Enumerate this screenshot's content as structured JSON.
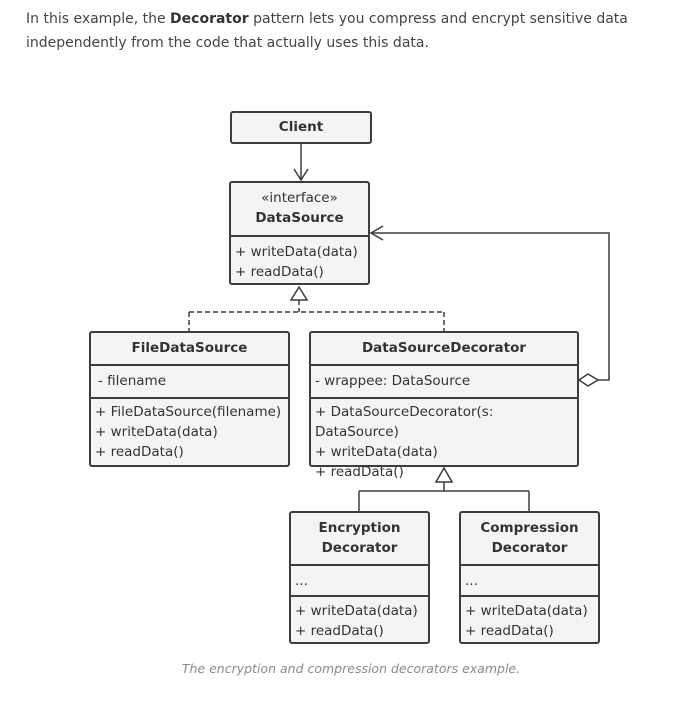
{
  "intro": {
    "before": "In this example, the ",
    "bold": "Decorator",
    "after": " pattern lets you compress and encrypt sensitive data independently from the code that actually uses this data."
  },
  "classes": {
    "client": {
      "name": "Client"
    },
    "datasource": {
      "stereotype": "«interface»",
      "name": "DataSource",
      "methods": [
        "+ writeData(data)",
        "+ readData()"
      ]
    },
    "filedatasource": {
      "name": "FileDataSource",
      "fields": [
        "- filename"
      ],
      "methods": [
        "+ FileDataSource(filename)",
        "+ writeData(data)",
        "+ readData()"
      ]
    },
    "decorator": {
      "name": "DataSourceDecorator",
      "fields": [
        "- wrappee: DataSource"
      ],
      "methods": [
        "+ DataSourceDecorator(s: DataSource)",
        "+ writeData(data)",
        "+ readData()"
      ]
    },
    "encryption": {
      "name_line1": "Encryption",
      "name_line2": "Decorator",
      "fields": [
        "..."
      ],
      "methods": [
        "+ writeData(data)",
        "+ readData()"
      ]
    },
    "compression": {
      "name_line1": "Compression",
      "name_line2": "Decorator",
      "fields": [
        "..."
      ],
      "methods": [
        "+ writeData(data)",
        "+ readData()"
      ]
    }
  },
  "caption": "The encryption and compression decorators example."
}
